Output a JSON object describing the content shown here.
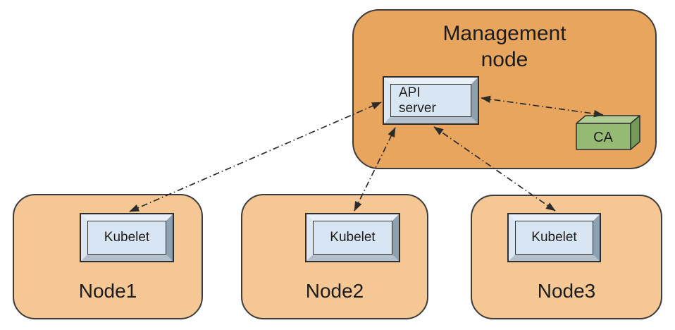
{
  "colors": {
    "management_fill": "#E8A55E",
    "node_fill": "#F4C794",
    "box_face": "#D8E6F4",
    "ca_front": "#94BA74",
    "ca_top": "#AFCC92",
    "ca_side": "#74995A",
    "outline": "#3C3C3C",
    "arrow": "#2B2B2B"
  },
  "management_node": {
    "label": "Management node",
    "api_server": {
      "label": "API\nserver"
    },
    "ca": {
      "label": "CA"
    }
  },
  "nodes": [
    {
      "label": "Node1",
      "component": "Kubelet"
    },
    {
      "label": "Node2",
      "component": "Kubelet"
    },
    {
      "label": "Node3",
      "component": "Kubelet"
    }
  ],
  "connections": [
    {
      "from": "API server",
      "to": "Kubelet (Node1)",
      "style": "dash-dot",
      "bidirectional": true
    },
    {
      "from": "API server",
      "to": "Kubelet (Node2)",
      "style": "dash-dot",
      "bidirectional": true
    },
    {
      "from": "API server",
      "to": "Kubelet (Node3)",
      "style": "dash-dot",
      "bidirectional": true
    },
    {
      "from": "API server",
      "to": "CA",
      "style": "dash-dot",
      "bidirectional": true
    }
  ]
}
